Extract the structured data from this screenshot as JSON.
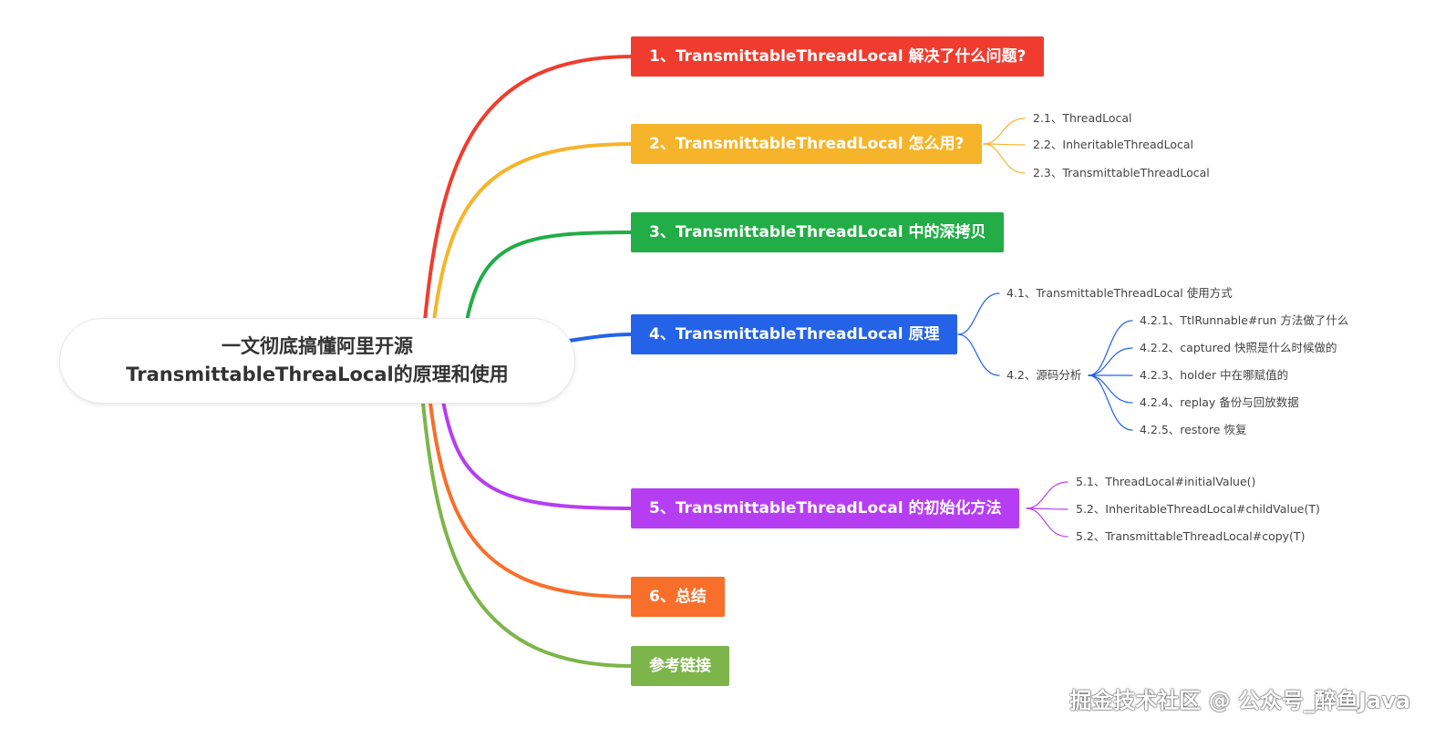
{
  "root": {
    "line1": "一文彻底搞懂阿里开源",
    "line2": "TransmittableThreaLocal的原理和使用"
  },
  "branches": [
    {
      "label": "1、TransmittableThreadLocal 解决了什么问题?",
      "color": "#f03c2e"
    },
    {
      "label": "2、TransmittableThreadLocal 怎么用?",
      "color": "#f6b42a"
    },
    {
      "label": "3、TransmittableThreadLocal 中的深拷贝",
      "color": "#22ad47"
    },
    {
      "label": "4、TransmittableThreadLocal 原理",
      "color": "#2463e8"
    },
    {
      "label": "5、TransmittableThreadLocal 的初始化方法",
      "color": "#b63ef2"
    },
    {
      "label": "6、总结",
      "color": "#f86f2b"
    },
    {
      "label": "参考链接",
      "color": "#7db54a"
    }
  ],
  "branch2_children": [
    "2.1、ThreadLocal",
    "2.2、InheritableThreadLocal",
    "2.3、TransmittableThreadLocal"
  ],
  "branch4_children": [
    "4.1、TransmittableThreadLocal 使用方式",
    "4.2、源码分析"
  ],
  "branch4_2_children": [
    "4.2.1、TtlRunnable#run 方法做了什么",
    "4.2.2、captured 快照是什么时候做的",
    "4.2.3、holder 中在哪赋值的",
    "4.2.4、replay 备份与回放数据",
    "4.2.5、restore 恢复"
  ],
  "branch5_children": [
    "5.1、ThreadLocal#initialValue()",
    "5.2、InheritableThreadLocal#childValue(T)",
    "5.2、TransmittableThreadLocal#copy(T)"
  ],
  "watermark": "掘金技术社区 @ 公众号_醉鱼Java"
}
